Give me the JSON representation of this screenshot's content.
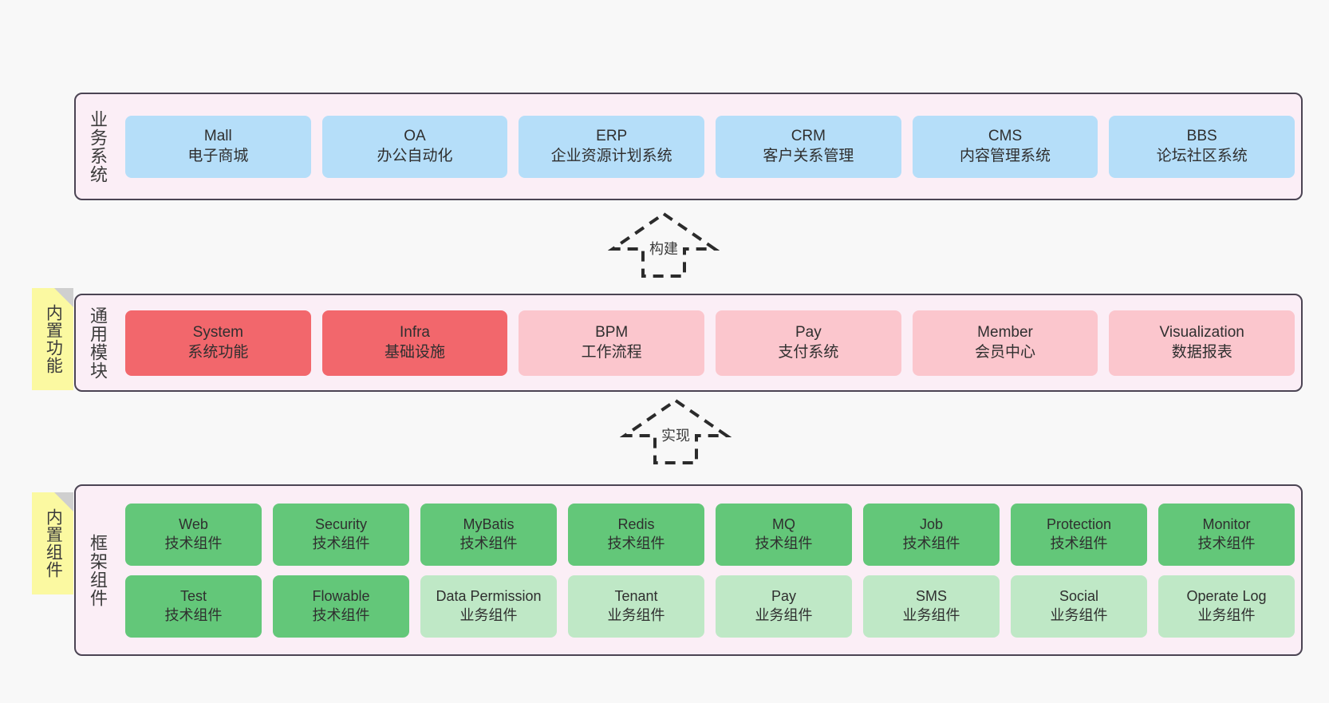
{
  "diagram": {
    "title_hidden": "",
    "background_color": "#f8f8f8",
    "panel_bg": "#fbeef6",
    "panel_border": "#4b4453",
    "sticky_color": "#fbf9a1"
  },
  "layers": [
    {
      "id": "business-systems",
      "title": "业务系统",
      "sticky": null,
      "rows": [
        {
          "nodes": [
            {
              "en": "Mall",
              "cn": "电子商城",
              "color": "#b5def9",
              "variant": "c-blue"
            },
            {
              "en": "OA",
              "cn": "办公自动化",
              "color": "#b5def9",
              "variant": "c-blue"
            },
            {
              "en": "ERP",
              "cn": "企业资源计划系统",
              "color": "#b5def9",
              "variant": "c-blue"
            },
            {
              "en": "CRM",
              "cn": "客户关系管理",
              "color": "#b5def9",
              "variant": "c-blue"
            },
            {
              "en": "CMS",
              "cn": "内容管理系统",
              "color": "#b5def9",
              "variant": "c-blue"
            },
            {
              "en": "BBS",
              "cn": "论坛社区系统",
              "color": "#b5def9",
              "variant": "c-blue"
            }
          ]
        }
      ]
    },
    {
      "id": "common-modules",
      "title": "通用模块",
      "sticky": "内置功能",
      "rows": [
        {
          "nodes": [
            {
              "en": "System",
              "cn": "系统功能",
              "color": "#f2676c",
              "variant": "c-red"
            },
            {
              "en": "Infra",
              "cn": "基础设施",
              "color": "#f2676c",
              "variant": "c-red"
            },
            {
              "en": "BPM",
              "cn": "工作流程",
              "color": "#fbc6cd",
              "variant": "c-pink"
            },
            {
              "en": "Pay",
              "cn": "支付系统",
              "color": "#fbc6cd",
              "variant": "c-pink"
            },
            {
              "en": "Member",
              "cn": "会员中心",
              "color": "#fbc6cd",
              "variant": "c-pink"
            },
            {
              "en": "Visualization",
              "cn": "数据报表",
              "color": "#fbc6cd",
              "variant": "c-pink"
            }
          ]
        }
      ]
    },
    {
      "id": "framework-components",
      "title": "框架组件",
      "sticky": "内置组件",
      "rows": [
        {
          "nodes": [
            {
              "en": "Web",
              "cn": "技术组件",
              "color": "#63c779",
              "variant": "c-green"
            },
            {
              "en": "Security",
              "cn": "技术组件",
              "color": "#63c779",
              "variant": "c-green"
            },
            {
              "en": "MyBatis",
              "cn": "技术组件",
              "color": "#63c779",
              "variant": "c-green"
            },
            {
              "en": "Redis",
              "cn": "技术组件",
              "color": "#63c779",
              "variant": "c-green"
            },
            {
              "en": "MQ",
              "cn": "技术组件",
              "color": "#63c779",
              "variant": "c-green"
            },
            {
              "en": "Job",
              "cn": "技术组件",
              "color": "#63c779",
              "variant": "c-green"
            },
            {
              "en": "Protection",
              "cn": "技术组件",
              "color": "#63c779",
              "variant": "c-green"
            },
            {
              "en": "Monitor",
              "cn": "技术组件",
              "color": "#63c779",
              "variant": "c-green"
            }
          ]
        },
        {
          "nodes": [
            {
              "en": "Test",
              "cn": "技术组件",
              "color": "#63c779",
              "variant": "c-green"
            },
            {
              "en": "Flowable",
              "cn": "技术组件",
              "color": "#63c779",
              "variant": "c-green"
            },
            {
              "en": "Data Permission",
              "cn": "业务组件",
              "color": "#bfe8c6",
              "variant": "c-lightgreen"
            },
            {
              "en": "Tenant",
              "cn": "业务组件",
              "color": "#bfe8c6",
              "variant": "c-lightgreen"
            },
            {
              "en": "Pay",
              "cn": "业务组件",
              "color": "#bfe8c6",
              "variant": "c-lightgreen"
            },
            {
              "en": "SMS",
              "cn": "业务组件",
              "color": "#bfe8c6",
              "variant": "c-lightgreen"
            },
            {
              "en": "Social",
              "cn": "业务组件",
              "color": "#bfe8c6",
              "variant": "c-lightgreen"
            },
            {
              "en": "Operate Log",
              "cn": "业务组件",
              "color": "#bfe8c6",
              "variant": "c-lightgreen"
            }
          ]
        }
      ]
    }
  ],
  "connectors": [
    {
      "id": "build-arrow",
      "label": "构建",
      "from": "common-modules",
      "to": "business-systems"
    },
    {
      "id": "implement-arrow",
      "label": "实现",
      "from": "framework-components",
      "to": "common-modules"
    }
  ]
}
